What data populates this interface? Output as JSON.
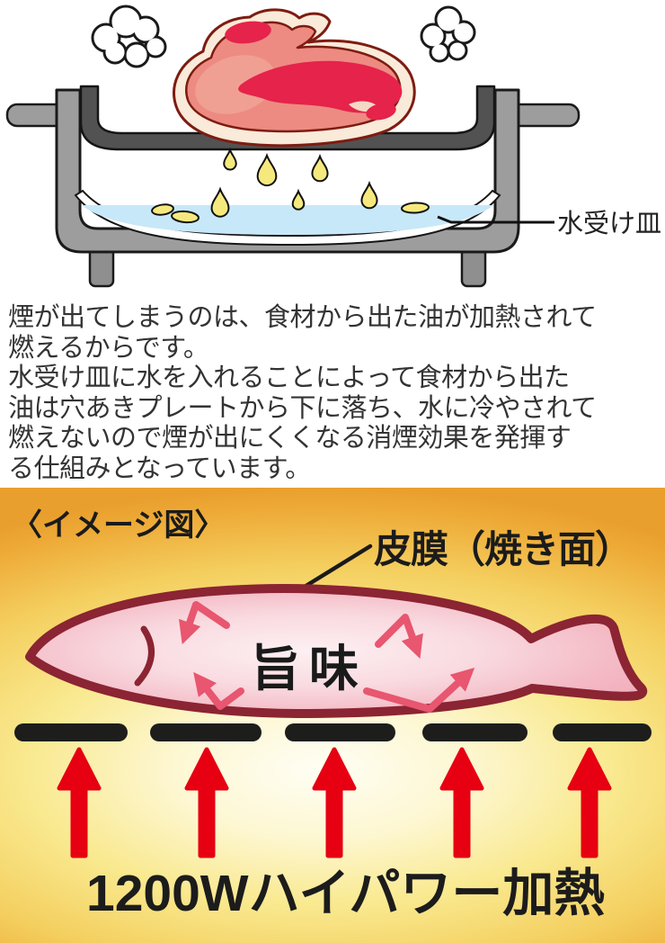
{
  "top_diagram": {
    "water_tray_label": "水受け皿"
  },
  "description": {
    "lines": [
      "煙が出てしまうのは、食材から出た油が加熱されて",
      "燃えるからです。",
      "水受け皿に水を入れることによって食材から出た",
      "油は穴あきプレートから下に落ち、水に冷やされて",
      "燃えないので煙が出にくくなる消煙効果を発揮す",
      "る仕組みとなっています。"
    ]
  },
  "bottom_diagram": {
    "caption": "〈イメージ図〉",
    "skin_label": "皮膜（焼き面）",
    "umami_label": "旨味",
    "power_label": "1200Wハイパワー加熱",
    "colors": {
      "background_orange": "#e99f2e",
      "highlight_yellow": "#fdf7d2",
      "fish_outline": "#8b2433",
      "fish_fill_pink": "#f5bcc7",
      "umami_arrow_pink": "#e8566f",
      "heat_arrow_red": "#e60012",
      "grill_dash_black": "#1d1d1b"
    }
  },
  "illustration_colors": {
    "water_blue": "#c7e8f8",
    "oil_yellow": "#f5e97e",
    "grill_gray": "#9d9d9d",
    "plate_dark_gray": "#525252",
    "meat_red": "#ed8b82",
    "meat_marble_crimson": "#e5234b",
    "meat_fat_cream": "#f9ead9"
  }
}
